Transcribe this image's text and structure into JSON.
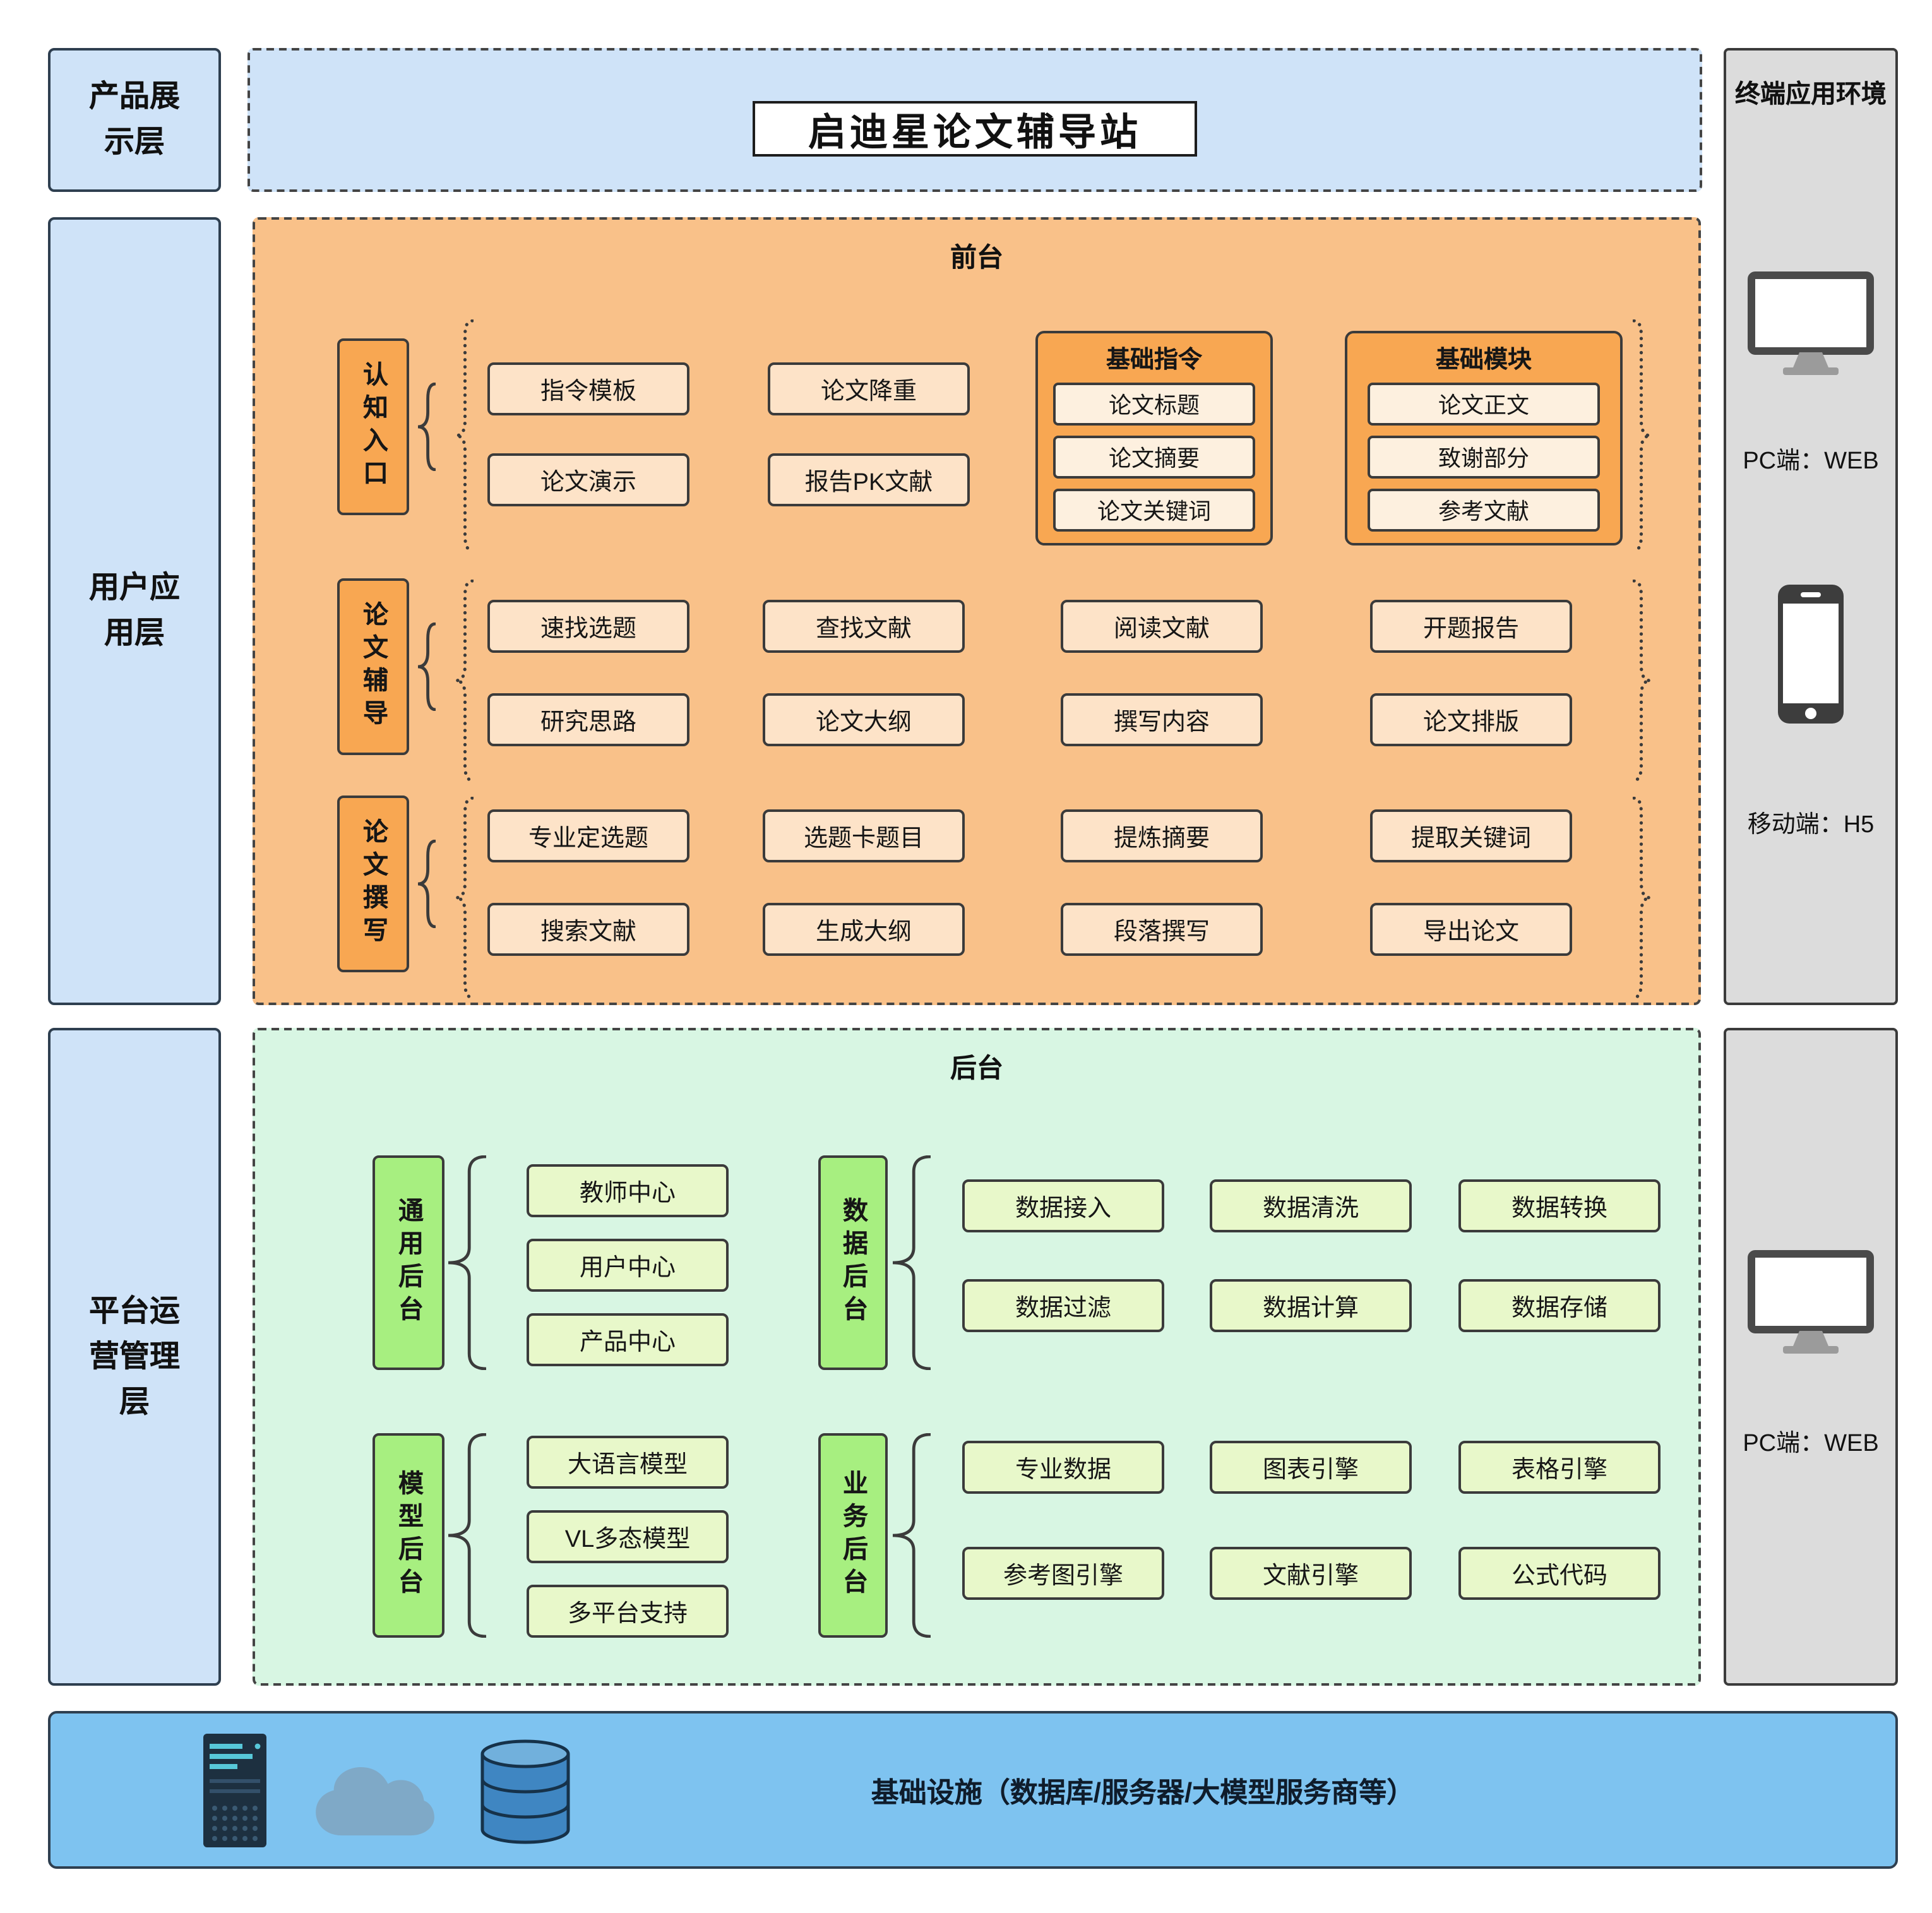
{
  "layers": {
    "l1": "产品展示层",
    "l2": "用户应用层",
    "l3": "平台运营管理层"
  },
  "title": "启迪星论文辅导站",
  "frontend": {
    "label": "前台",
    "g1": {
      "label": "认知入口",
      "items": [
        "指令模板",
        "论文演示",
        "论文降重",
        "报告PK文献"
      ],
      "sub1": {
        "label": "基础指令",
        "items": [
          "论文标题",
          "论文摘要",
          "论文关键词"
        ]
      },
      "sub2": {
        "label": "基础模块",
        "items": [
          "论文正文",
          "致谢部分",
          "参考文献"
        ]
      }
    },
    "g2": {
      "label": "论文辅导",
      "items": [
        "速找选题",
        "研究思路",
        "查找文献",
        "论文大纲",
        "阅读文献",
        "撰写内容",
        "开题报告",
        "论文排版"
      ]
    },
    "g3": {
      "label": "论文撰写",
      "items": [
        "专业定选题",
        "搜索文献",
        "选题卡题目",
        "生成大纲",
        "提炼摘要",
        "段落撰写",
        "提取关键词",
        "导出论文"
      ]
    }
  },
  "backend": {
    "label": "后台",
    "g1": {
      "label": "通用后台",
      "items": [
        "教师中心",
        "用户中心",
        "产品中心"
      ]
    },
    "g2": {
      "label": "数据后台",
      "items": [
        "数据接入",
        "数据清洗",
        "数据转换",
        "数据过滤",
        "数据计算",
        "数据存储"
      ]
    },
    "g3": {
      "label": "模型后台",
      "items": [
        "大语言模型",
        "VL多态模型",
        "多平台支持"
      ]
    },
    "g4": {
      "label": "业务后台",
      "items": [
        "专业数据",
        "图表引擎",
        "表格引擎",
        "参考图引擎",
        "文献引擎",
        "公式代码"
      ]
    }
  },
  "terminal": {
    "title": "终端应用环境",
    "pc_web_top": "PC端：WEB",
    "mobile_h5": "移动端：H5",
    "pc_web_bottom": "PC端：WEB"
  },
  "infrastructure": "基础设施（数据库/服务器/大模型服务商等）",
  "colors": {
    "layer_fill": "#cfe3f8",
    "frontend_fill": "#f9c189",
    "frontend_item": "#fde3c8",
    "frontend_accent": "#f8a752",
    "backend_fill": "#d8f6e3",
    "backend_label": "#a7ef80",
    "backend_item": "#e8f8ca",
    "terminal_fill": "#dcdcdc",
    "infra_fill": "#7ec3f0"
  }
}
